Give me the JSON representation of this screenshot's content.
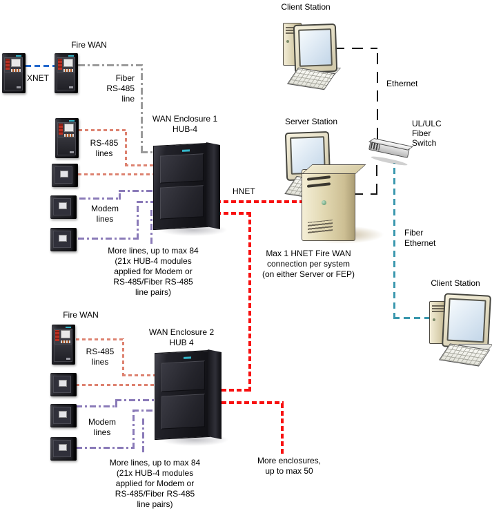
{
  "title": "Fire WAN network topology diagram",
  "labels": {
    "client_station_top": "Client Station",
    "ethernet": "Ethernet",
    "server_station": "Server Station",
    "fiber_switch": "UL/ULC\nFiber\nSwitch",
    "fiber_ethernet": "Fiber\nEthernet",
    "client_station_right": "Client Station",
    "fire_wan_top": "Fire WAN",
    "xnet": "XNET",
    "fiber_rs485": "Fiber\nRS-485\nline",
    "enclosure1": "WAN Enclosure 1\nHUB-4",
    "rs485_lines_1": "RS-485\nlines",
    "modem_lines_1": "Modem\nlines",
    "more_lines_1": "More lines, up to max 84\n(21x HUB-4 modules\napplied for Modem or\nRS-485/Fiber RS-485\nline pairs)",
    "hnet": "HNET",
    "hnet_note": "Max 1 HNET Fire WAN\nconnection per system\n(on either Server or FEP)",
    "fire_wan_bottom": "Fire WAN",
    "enclosure2": "WAN Enclosure 2\nHUB 4",
    "rs485_lines_2": "RS-485\nlines",
    "modem_lines_2": "Modem\nlines",
    "more_lines_2": "More lines, up to max 84\n(21x HUB-4 modules\napplied for Modem or\nRS-485/Fiber RS-485\nline pairs)",
    "more_enclosures": "More enclosures,\nup to max 50"
  },
  "colors": {
    "xnet_line": "#2268cc",
    "fiber_rs485_line": "#9a9a9a",
    "rs485_line": "#dd8270",
    "modem_line": "#8a7ab8",
    "hnet_line": "#f81010",
    "ethernet_line": "#151515",
    "fiber_ethernet_line": "#3a98ae",
    "enclosure_logo": "#35b6c9"
  },
  "icons": {
    "fire-panel-icon": "dark fire-alarm control panel with red handset and white display",
    "transponder-panel-icon": "small dark wall box with white display",
    "wan-enclosure-icon": "black two-door equipment cabinet",
    "desktop-computer-icon": "beige tower, CRT monitor and keyboard",
    "server-computer-icon": "beige server tower with monitor and keyboard",
    "fiber-switch-icon": "slim grey rack switch"
  }
}
